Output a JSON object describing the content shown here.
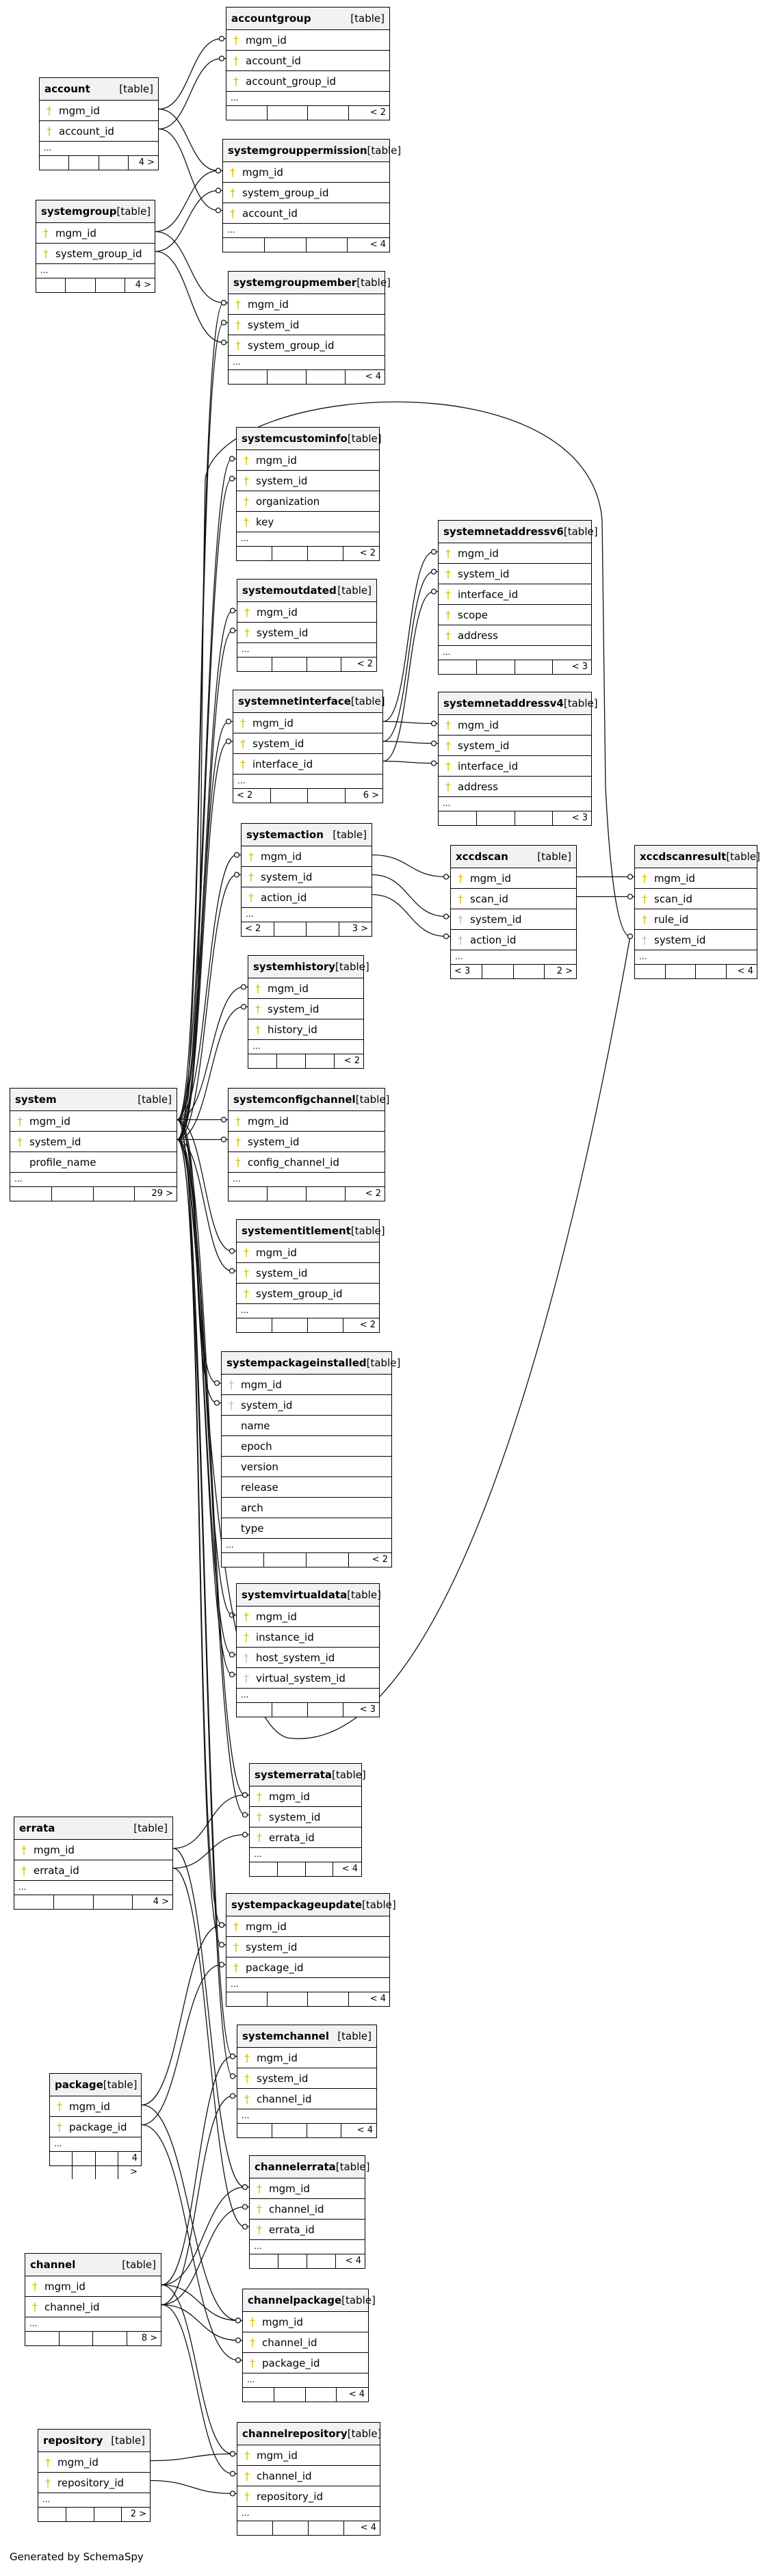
{
  "footer": "Generated by SchemaSpy",
  "type_label": "[table]",
  "ellipsis": "...",
  "tables": [
    {
      "id": "accountgroup",
      "name": "accountgroup",
      "cols": [
        "mgm_id",
        "account_id",
        "account_group_id"
      ],
      "keys": [
        1,
        1,
        1
      ],
      "left": "",
      "right": "< 2"
    },
    {
      "id": "account",
      "name": "account",
      "cols": [
        "mgm_id",
        "account_id"
      ],
      "keys": [
        1,
        1
      ],
      "left": "",
      "right": "4 >"
    },
    {
      "id": "systemgrouppermission",
      "name": "systemgrouppermission",
      "cols": [
        "mgm_id",
        "system_group_id",
        "account_id"
      ],
      "keys": [
        1,
        1,
        1
      ],
      "left": "",
      "right": "< 4"
    },
    {
      "id": "systemgroup",
      "name": "systemgroup",
      "cols": [
        "mgm_id",
        "system_group_id"
      ],
      "keys": [
        1,
        1
      ],
      "left": "",
      "right": "4 >"
    },
    {
      "id": "systemgroupmember",
      "name": "systemgroupmember",
      "cols": [
        "mgm_id",
        "system_id",
        "system_group_id"
      ],
      "keys": [
        1,
        1,
        1
      ],
      "left": "",
      "right": "< 4"
    },
    {
      "id": "systemcustominfo",
      "name": "systemcustominfo",
      "cols": [
        "mgm_id",
        "system_id",
        "organization",
        "key"
      ],
      "keys": [
        1,
        1,
        1,
        1
      ],
      "left": "",
      "right": "< 2"
    },
    {
      "id": "systemnetaddressv6",
      "name": "systemnetaddressv6",
      "cols": [
        "mgm_id",
        "system_id",
        "interface_id",
        "scope",
        "address"
      ],
      "keys": [
        1,
        1,
        1,
        1,
        1
      ],
      "left": "",
      "right": "< 3"
    },
    {
      "id": "systemoutdated",
      "name": "systemoutdated",
      "cols": [
        "mgm_id",
        "system_id"
      ],
      "keys": [
        1,
        1
      ],
      "left": "",
      "right": "< 2"
    },
    {
      "id": "systemnetinterface",
      "name": "systemnetinterface",
      "cols": [
        "mgm_id",
        "system_id",
        "interface_id"
      ],
      "keys": [
        1,
        1,
        1
      ],
      "left": "< 2",
      "right": "6 >"
    },
    {
      "id": "systemnetaddressv4",
      "name": "systemnetaddressv4",
      "cols": [
        "mgm_id",
        "system_id",
        "interface_id",
        "address"
      ],
      "keys": [
        1,
        1,
        1,
        1
      ],
      "left": "",
      "right": "< 3"
    },
    {
      "id": "systemaction",
      "name": "systemaction",
      "cols": [
        "mgm_id",
        "system_id",
        "action_id"
      ],
      "keys": [
        1,
        1,
        1
      ],
      "left": "< 2",
      "right": "3 >"
    },
    {
      "id": "xccdscan",
      "name": "xccdscan",
      "cols": [
        "mgm_id",
        "scan_id",
        "system_id",
        "action_id"
      ],
      "keys": [
        1,
        1,
        2,
        2
      ],
      "left": "< 3",
      "right": "2 >"
    },
    {
      "id": "xccdscanresult",
      "name": "xccdscanresult",
      "cols": [
        "mgm_id",
        "scan_id",
        "rule_id",
        "system_id"
      ],
      "keys": [
        1,
        1,
        1,
        2
      ],
      "left": "",
      "right": "< 4"
    },
    {
      "id": "systemhistory",
      "name": "systemhistory",
      "cols": [
        "mgm_id",
        "system_id",
        "history_id"
      ],
      "keys": [
        1,
        1,
        1
      ],
      "left": "",
      "right": "< 2"
    },
    {
      "id": "system",
      "name": "system",
      "cols": [
        "mgm_id",
        "system_id",
        "profile_name"
      ],
      "keys": [
        1,
        1,
        0
      ],
      "left": "",
      "right": "29 >"
    },
    {
      "id": "systemconfigchannel",
      "name": "systemconfigchannel",
      "cols": [
        "mgm_id",
        "system_id",
        "config_channel_id"
      ],
      "keys": [
        1,
        1,
        1
      ],
      "left": "",
      "right": "< 2"
    },
    {
      "id": "systementitlement",
      "name": "systementitlement",
      "cols": [
        "mgm_id",
        "system_id",
        "system_group_id"
      ],
      "keys": [
        1,
        1,
        1
      ],
      "left": "",
      "right": "< 2"
    },
    {
      "id": "systempackageinstalled",
      "name": "systempackageinstalled",
      "cols": [
        "mgm_id",
        "system_id",
        "name",
        "epoch",
        "version",
        "release",
        "arch",
        "type"
      ],
      "keys": [
        2,
        2,
        0,
        0,
        0,
        0,
        0,
        0
      ],
      "left": "",
      "right": "< 2"
    },
    {
      "id": "systemvirtualdata",
      "name": "systemvirtualdata",
      "cols": [
        "mgm_id",
        "instance_id",
        "host_system_id",
        "virtual_system_id"
      ],
      "keys": [
        1,
        1,
        2,
        2
      ],
      "left": "",
      "right": "< 3"
    },
    {
      "id": "systemerrata",
      "name": "systemerrata",
      "cols": [
        "mgm_id",
        "system_id",
        "errata_id"
      ],
      "keys": [
        1,
        1,
        1
      ],
      "left": "",
      "right": "< 4"
    },
    {
      "id": "errata",
      "name": "errata",
      "cols": [
        "mgm_id",
        "errata_id"
      ],
      "keys": [
        1,
        1
      ],
      "left": "",
      "right": "4 >"
    },
    {
      "id": "systempackageupdate",
      "name": "systempackageupdate",
      "cols": [
        "mgm_id",
        "system_id",
        "package_id"
      ],
      "keys": [
        1,
        1,
        1
      ],
      "left": "",
      "right": "< 4"
    },
    {
      "id": "systemchannel",
      "name": "systemchannel",
      "cols": [
        "mgm_id",
        "system_id",
        "channel_id"
      ],
      "keys": [
        1,
        1,
        1
      ],
      "left": "",
      "right": "< 4"
    },
    {
      "id": "package",
      "name": "package",
      "cols": [
        "mgm_id",
        "package_id"
      ],
      "keys": [
        1,
        1
      ],
      "left": "",
      "right": "4 >"
    },
    {
      "id": "channelerrata",
      "name": "channelerrata",
      "cols": [
        "mgm_id",
        "channel_id",
        "errata_id"
      ],
      "keys": [
        1,
        1,
        1
      ],
      "left": "",
      "right": "< 4"
    },
    {
      "id": "channel",
      "name": "channel",
      "cols": [
        "mgm_id",
        "channel_id"
      ],
      "keys": [
        1,
        1
      ],
      "left": "",
      "right": "8 >"
    },
    {
      "id": "channelpackage",
      "name": "channelpackage",
      "cols": [
        "mgm_id",
        "channel_id",
        "package_id"
      ],
      "keys": [
        1,
        1,
        1
      ],
      "left": "",
      "right": "< 4"
    },
    {
      "id": "repository",
      "name": "repository",
      "cols": [
        "mgm_id",
        "repository_id"
      ],
      "keys": [
        1,
        1
      ],
      "left": "",
      "right": "2 >"
    },
    {
      "id": "channelrepository",
      "name": "channelrepository",
      "cols": [
        "mgm_id",
        "channel_id",
        "repository_id"
      ],
      "keys": [
        1,
        1,
        1
      ],
      "left": "",
      "right": "< 4"
    }
  ]
}
